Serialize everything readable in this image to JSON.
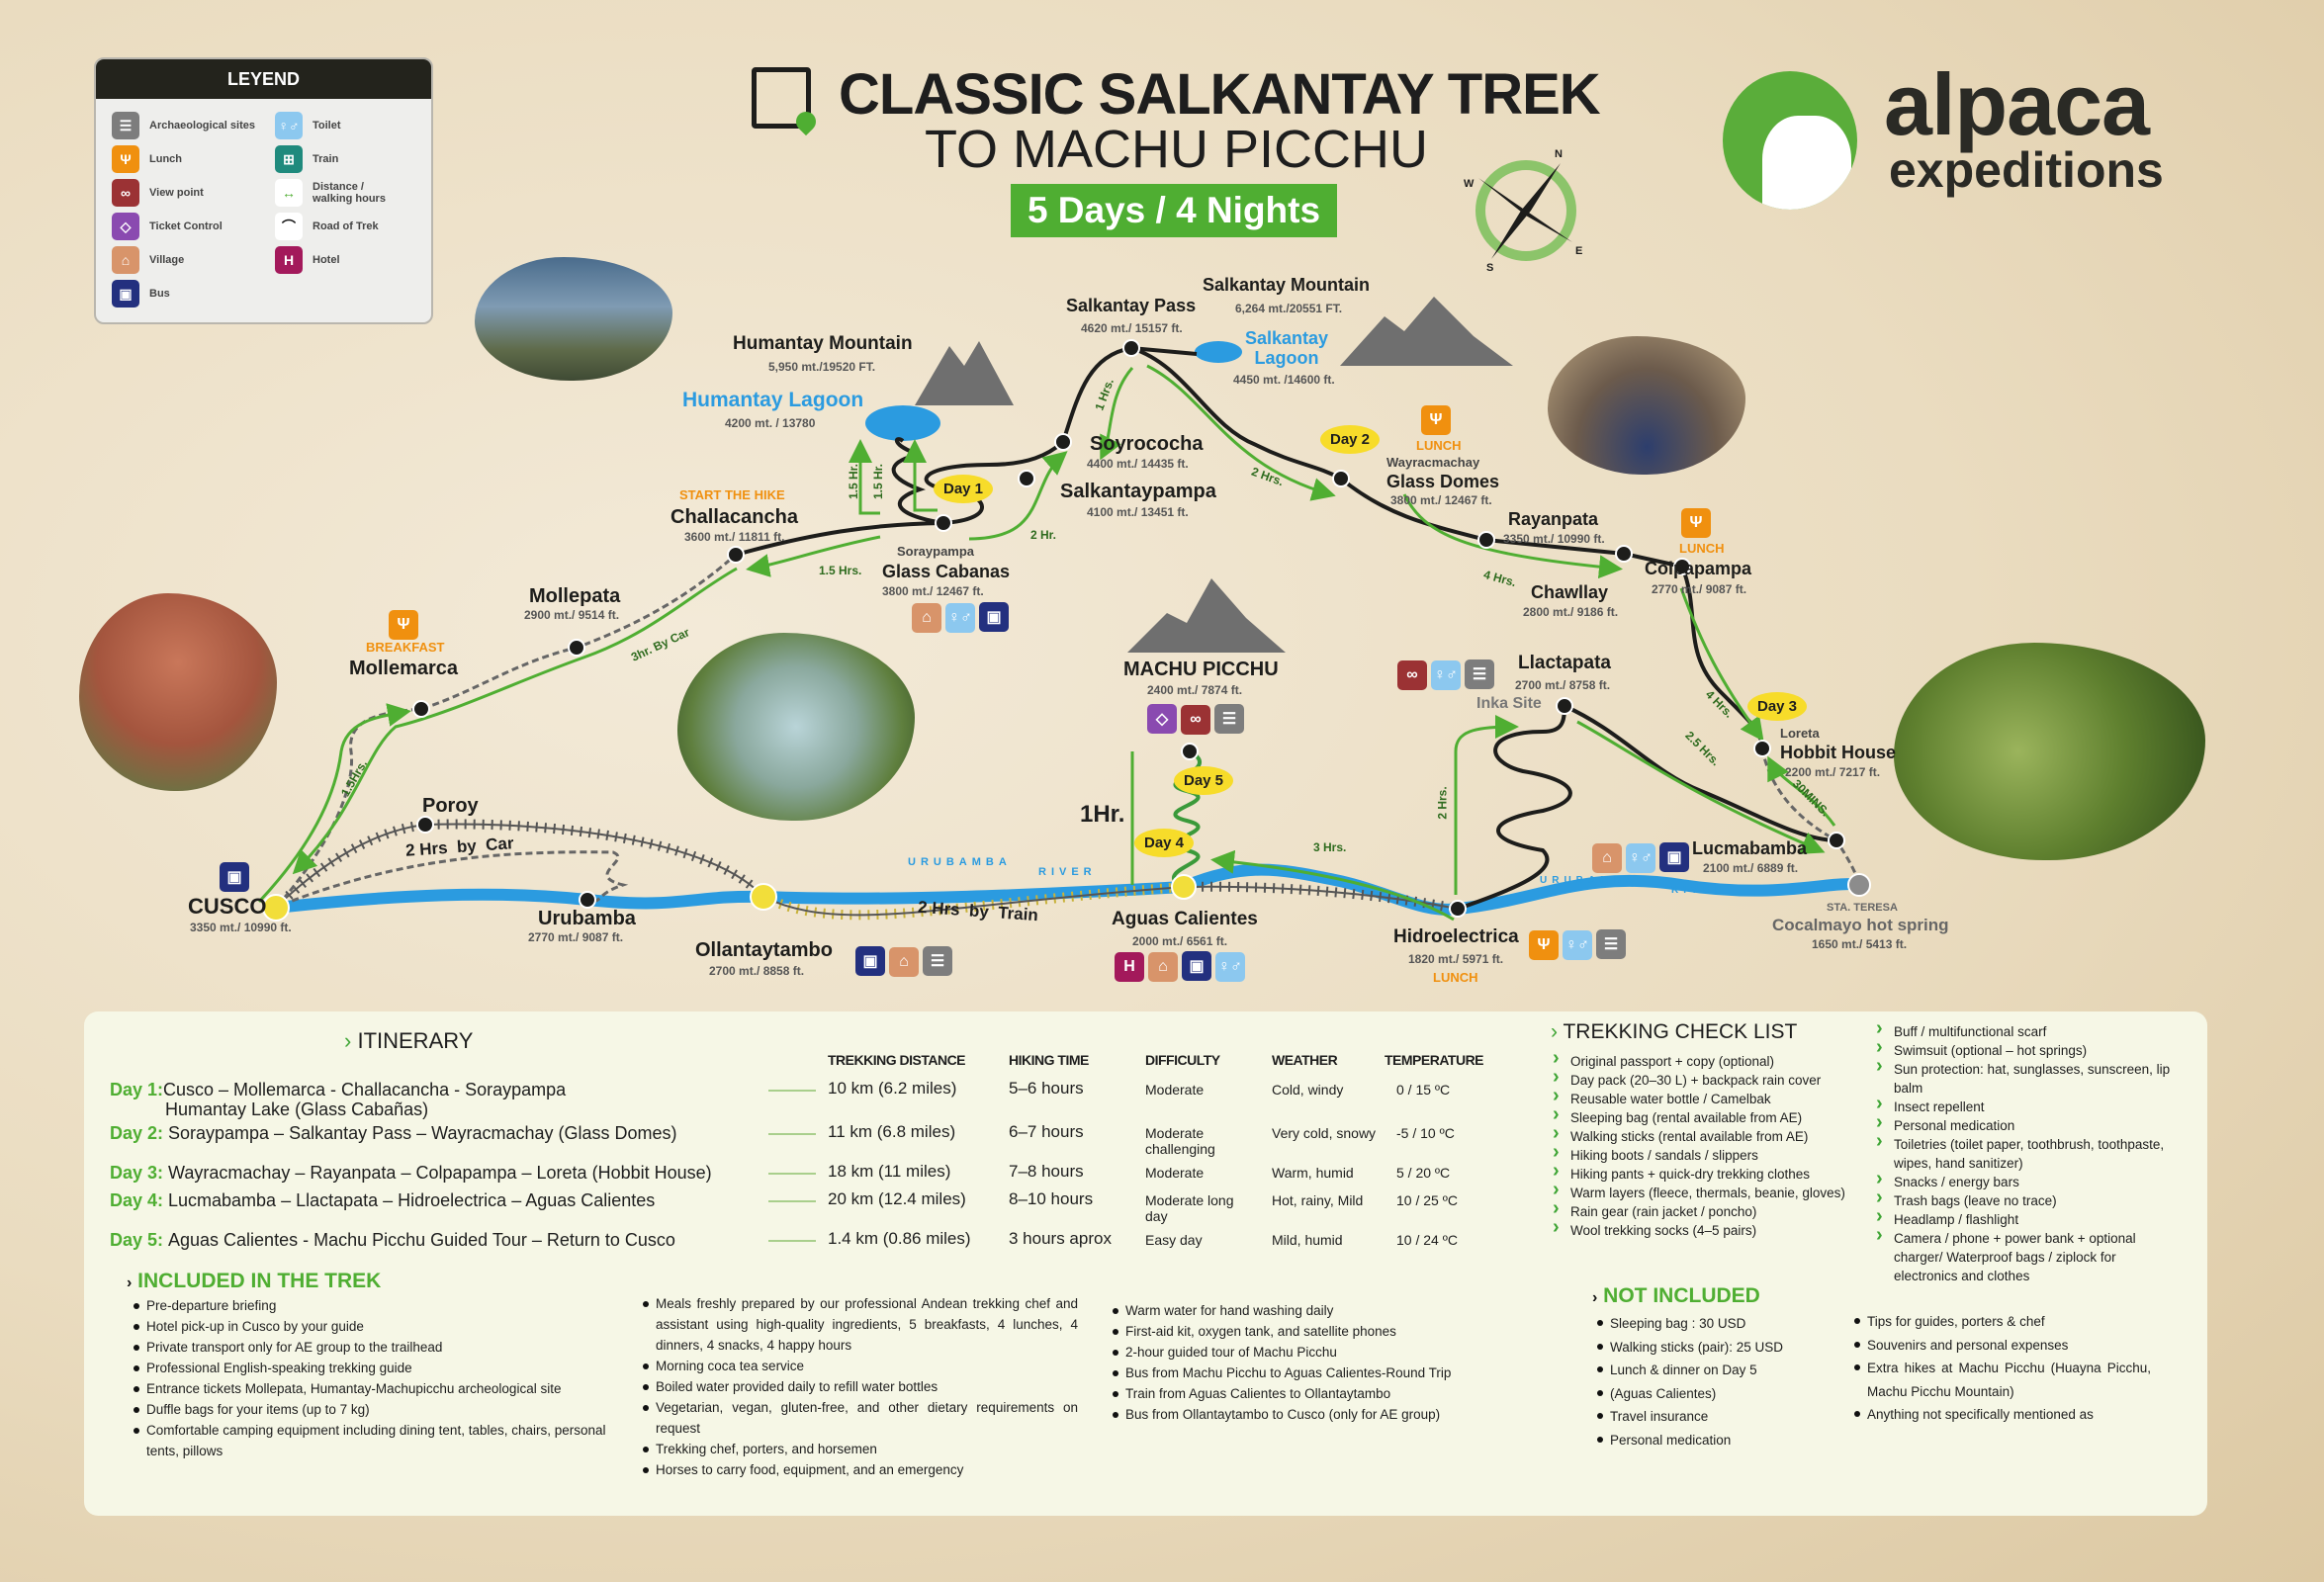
{
  "title": {
    "line1": "CLASSIC SALKANTAY TREK",
    "line2": "TO MACHU PICCHU",
    "duration": "5 Days / 4 Nights"
  },
  "brand": {
    "name": "alpaca",
    "sub": "expeditions",
    "color": "#5aad3a"
  },
  "compass": {
    "n": "N",
    "e": "E",
    "s": "S",
    "w": "W"
  },
  "legend": {
    "title": "LEYEND",
    "items": [
      {
        "label": "Archaeological sites",
        "icon": "archaeological-icon",
        "color": "#7d7d7d",
        "glyph": "☰"
      },
      {
        "label": "Lunch",
        "icon": "lunch-icon",
        "color": "#f0900f",
        "glyph": "Ψ"
      },
      {
        "label": "View point",
        "icon": "binoculars-icon",
        "color": "#9b3234",
        "glyph": "∞"
      },
      {
        "label": "Ticket Control",
        "icon": "ticket-icon",
        "color": "#8a4ab0",
        "glyph": "◇"
      },
      {
        "label": "Village",
        "icon": "village-icon",
        "color": "#d8946a",
        "glyph": "⌂"
      },
      {
        "label": "Bus",
        "icon": "bus-icon",
        "color": "#23307f",
        "glyph": "▣"
      },
      {
        "label": "Toilet",
        "icon": "toilet-icon",
        "color": "#8cc8ef",
        "glyph": "♀♂"
      },
      {
        "label": "Train",
        "icon": "train-icon",
        "color": "#1f8a7d",
        "glyph": "⊞"
      },
      {
        "label": "Distance / walking hours",
        "icon": "double-arrow-icon",
        "color": "#ffffff",
        "glyph": "↔"
      },
      {
        "label": "Road of Trek",
        "icon": "road-icon",
        "color": "#ffffff",
        "glyph": "⌒"
      },
      {
        "label": "Hotel",
        "icon": "hotel-icon",
        "color": "#a3195b",
        "glyph": "H"
      }
    ]
  },
  "places": {
    "cusco": {
      "name": "CUSCO",
      "alt": "3350 mt./ 10990 ft."
    },
    "poroy": {
      "name": "Poroy"
    },
    "urubamba": {
      "name": "Urubamba",
      "alt": "2770 mt./ 9087 ft."
    },
    "ollantaytambo": {
      "name": "Ollantaytambo",
      "alt": "2700 mt./ 8858 ft."
    },
    "mollemarca": {
      "name": "Mollemarca",
      "tag": "BREAKFAST"
    },
    "mollepata": {
      "name": "Mollepata",
      "alt": "2900 mt./ 9514 ft."
    },
    "challacancha": {
      "name": "Challacancha",
      "tag": "START THE HIKE",
      "alt": "3600 mt./ 11811 ft."
    },
    "soraypampa": {
      "pre": "Soraypampa",
      "name": "Glass Cabanas",
      "alt": "3800 mt./ 12467 ft."
    },
    "humantay_mountain": {
      "name": "Humantay Mountain",
      "alt": "5,950 mt./19520 FT."
    },
    "humantay_lagoon": {
      "name": "Humantay Lagoon",
      "alt": "4200 mt. / 13780"
    },
    "soyrococha": {
      "name": "Soyrococha",
      "alt": "4400 mt./ 14435 ft."
    },
    "salkantaypampa": {
      "name": "Salkantaypampa",
      "alt": "4100 mt./ 13451 ft."
    },
    "salkantay_pass": {
      "name": "Salkantay Pass",
      "alt": "4620 mt./ 15157 ft."
    },
    "salkantay_mountain": {
      "name": "Salkantay Mountain",
      "alt": "6,264 mt./20551 FT."
    },
    "salkantay_lagoon": {
      "name1": "Salkantay",
      "name2": "Lagoon",
      "alt": "4450 mt. /14600 ft."
    },
    "wayracmachay": {
      "tag": "LUNCH",
      "pre": "Wayracmachay",
      "name": "Glass Domes",
      "alt": "3800 mt./ 12467 ft."
    },
    "rayanpata": {
      "name": "Rayanpata",
      "alt": "3350 mt./ 10990 ft."
    },
    "chawllay": {
      "name": "Chawllay",
      "alt": "2800 mt./ 9186 ft."
    },
    "colpapampa": {
      "tag": "LUNCH",
      "name": "Colpapampa",
      "alt": "2770 mt./ 9087 ft."
    },
    "loreta": {
      "pre": "Loreta",
      "name": "Hobbit House",
      "alt": "2200 mt./ 7217 ft."
    },
    "lucmabamba": {
      "name": "Lucmabamba",
      "alt": "2100 mt./ 6889 ft."
    },
    "sta_teresa": {
      "pre": "STA. TERESA",
      "name": "Cocalmayo hot spring",
      "alt": "1650 mt./ 5413 ft."
    },
    "llactapata": {
      "name": "Llactapata",
      "alt": "2700 mt./ 8758 ft.",
      "sub": "Inka Site"
    },
    "machu_picchu": {
      "name": "MACHU PICCHU",
      "alt": "2400 mt./ 7874 ft."
    },
    "aguas_calientes": {
      "name": "Aguas Calientes",
      "alt": "2000 mt./ 6561 ft."
    },
    "hidroelectrica": {
      "name": "Hidroelectrica",
      "alt": "1820 mt./ 5971 ft.",
      "tag": "LUNCH"
    }
  },
  "durations": {
    "cusco_mollemarca": "1.5Hrs.",
    "mollemarca_challacancha": "3hr. By Car",
    "challacancha_soraypampa": "1.5 Hrs.",
    "lagoon_up": "1.5 Hr.",
    "lagoon_down": "1.5 Hr.",
    "soray_soyro": "2 Hr.",
    "soyro_pass": "1 Hrs.",
    "pass_wayra": "2 Hrs.",
    "wayra_chaw": "4 Hrs.",
    "colpa_loreta": "4 Hrs.",
    "llact_lucma": "2.5 Hrs.",
    "loreta_lucma": "30MINS.",
    "hidro_llact": "2 Hrs.",
    "hidro_aguas": "3 Hrs.",
    "aguas_mp": "1Hr.",
    "by_car": "2 Hrs  by  Car",
    "by_train": "2 Hrs  by  Train"
  },
  "days": [
    "Day 1",
    "Day 2",
    "Day 3",
    "Day 4",
    "Day 5"
  ],
  "river": {
    "w1": "URUBAMBA",
    "w2": "RIVER"
  },
  "itinerary": {
    "title": "ITINERARY",
    "headers": [
      "TREKKING DISTANCE",
      "HIKING TIME",
      "DIFFICULTY",
      "WEATHER",
      "TEMPERATURE"
    ],
    "rows": [
      {
        "day": "Day 1:",
        "route": "Cusco – Mollemarca - Challacancha - Soraypampa",
        "route2": "Humantay Lake (Glass Cabañas)",
        "distance": "10 km (6.2 miles)",
        "time": "5–6 hours",
        "difficulty": "Moderate",
        "weather": "Cold, windy",
        "temp": "0 / 15 ºC"
      },
      {
        "day": "Day 2:",
        "route": "Soraypampa – Salkantay Pass – Wayracmachay (Glass Domes)",
        "distance": "11 km  (6.8 miles)",
        "time": "6–7 hours",
        "difficulty": "Moderate challenging",
        "weather": "Very cold, snowy",
        "temp": "-5 / 10 ºC"
      },
      {
        "day": "Day 3:",
        "route": "Wayracmachay – Rayanpata – Colpapampa – Loreta (Hobbit House)",
        "distance": "18 km  (11 miles)",
        "time": "7–8 hours",
        "difficulty": "Moderate",
        "weather": "Warm, humid",
        "temp": "5 / 20 ºC"
      },
      {
        "day": "Day 4:",
        "route": "Lucmabamba – Llactapata – Hidroelectrica – Aguas Calientes",
        "distance": "20 km (12.4 miles)",
        "time": "8–10 hours",
        "difficulty": "Moderate long day",
        "weather": "Hot, rainy, Mild",
        "temp": "10 / 25 ºC"
      },
      {
        "day": "Day 5:",
        "route": "Aguas Calientes - Machu Picchu Guided Tour – Return to Cusco",
        "distance": "1.4 km (0.86 miles)",
        "time": "3 hours aprox",
        "difficulty": "Easy day",
        "weather": "Mild, humid",
        "temp": "10 / 24 ºC"
      }
    ]
  },
  "included": {
    "title": "INCLUDED IN THE TREK",
    "col1": [
      "Pre-departure briefing",
      "Hotel pick-up in Cusco by your guide",
      "Private transport only for AE group to the trailhead",
      "Professional English-speaking trekking guide",
      "Entrance tickets Mollepata, Humantay-Machupicchu archeological site",
      "Duffle bags for your items (up to 7 kg)",
      "Comfortable camping equipment including dining tent, tables, chairs, personal tents, pillows"
    ],
    "col2": [
      "Meals freshly prepared by our professional Andean trekking chef and assistant using high-quality ingredients, 5 breakfasts, 4 lunches, 4 dinners, 4 snacks, 4 happy hours",
      "Morning coca tea service",
      "Boiled water provided daily to refill water bottles",
      "Vegetarian, vegan, gluten-free, and other dietary requirements on request",
      "Trekking chef, porters, and horsemen",
      "Horses to carry food, equipment, and an emergency"
    ],
    "col3": [
      "Warm water for hand washing daily",
      "First-aid kit, oxygen tank, and satellite phones",
      "2-hour guided tour of Machu Picchu",
      "Bus from Machu Picchu to Aguas Calientes-Round Trip",
      "Train from Aguas Calientes to Ollantaytambo",
      "Bus from Ollantaytambo to Cusco (only for AE group)"
    ]
  },
  "not_included": {
    "title": "NOT INCLUDED",
    "col1": [
      "Sleeping bag : 30 USD",
      "Walking sticks (pair):  25 USD",
      "Lunch & dinner on Day 5",
      "(Aguas Calientes)",
      "Travel insurance",
      "Personal medication"
    ],
    "col2": [
      "Tips for guides, porters & chef",
      "Souvenirs and personal expenses",
      "Extra hikes at Machu Picchu (Huayna Picchu, Machu Picchu Mountain)",
      "Anything not specifically mentioned as"
    ]
  },
  "checklist": {
    "title": "TREKKING CHECK LIST",
    "col1": [
      "Original passport + copy (optional)",
      "Day pack (20–30 L) + backpack rain cover",
      "Reusable water bottle / Camelbak",
      "Sleeping bag (rental available from AE)",
      "Walking sticks (rental available from AE)",
      "Hiking boots / sandals / slippers",
      "Hiking pants + quick-dry trekking clothes",
      "Warm layers (fleece, thermals, beanie, gloves)",
      "Rain gear (rain jacket / poncho)",
      "Wool trekking socks (4–5 pairs)"
    ],
    "col2": [
      "Buff / multifunctional scarf",
      "Swimsuit (optional – hot springs)",
      "Sun protection: hat, sunglasses, sunscreen, lip balm",
      "Insect repellent",
      "Personal medication",
      "Toiletries (toilet paper, toothbrush, toothpaste, wipes, hand sanitizer)",
      "Snacks / energy bars",
      "Trash bags (leave no trace)",
      "Headlamp / flashlight",
      "Camera / phone + power bank + optional charger/ Waterproof bags / ziplock for electronics and clothes"
    ]
  }
}
